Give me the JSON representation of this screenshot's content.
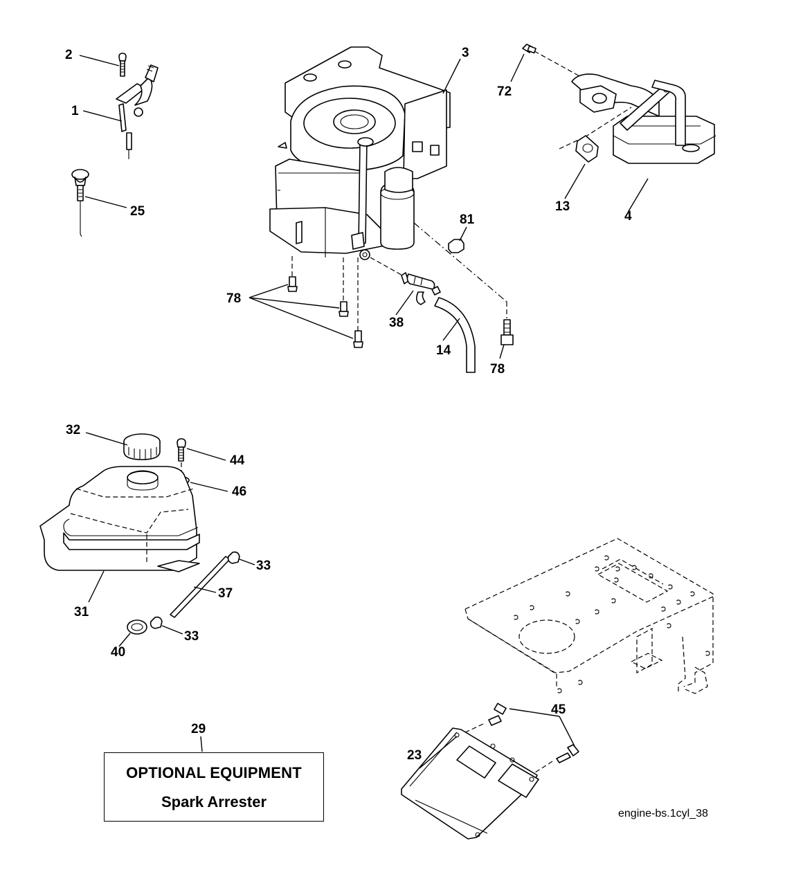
{
  "callouts": [
    {
      "id": "c2",
      "text": "2"
    },
    {
      "id": "c1",
      "text": "1"
    },
    {
      "id": "c25",
      "text": "25"
    },
    {
      "id": "c3",
      "text": "3"
    },
    {
      "id": "c72",
      "text": "72"
    },
    {
      "id": "c13",
      "text": "13"
    },
    {
      "id": "c4",
      "text": "4"
    },
    {
      "id": "c81",
      "text": "81"
    },
    {
      "id": "c78a",
      "text": "78"
    },
    {
      "id": "c38",
      "text": "38"
    },
    {
      "id": "c14",
      "text": "14"
    },
    {
      "id": "c78b",
      "text": "78"
    },
    {
      "id": "c32",
      "text": "32"
    },
    {
      "id": "c44",
      "text": "44"
    },
    {
      "id": "c46",
      "text": "46"
    },
    {
      "id": "c33a",
      "text": "33"
    },
    {
      "id": "c37",
      "text": "37"
    },
    {
      "id": "c31",
      "text": "31"
    },
    {
      "id": "c40",
      "text": "40"
    },
    {
      "id": "c33b",
      "text": "33"
    },
    {
      "id": "c45",
      "text": "45"
    },
    {
      "id": "c29",
      "text": "29"
    },
    {
      "id": "c23",
      "text": "23"
    }
  ],
  "optional_equipment": {
    "heading": "OPTIONAL EQUIPMENT",
    "item": "Spark Arrester"
  },
  "file_reference": "engine-bs.1cyl_38"
}
